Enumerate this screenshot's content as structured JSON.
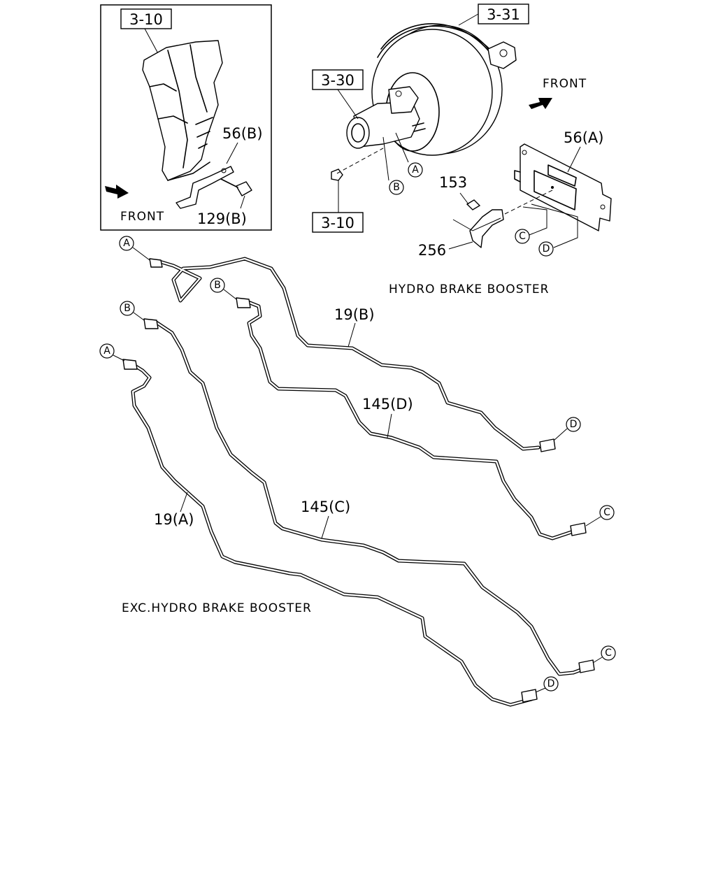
{
  "ref_boxes": {
    "ref_3_10_top": "3-10",
    "ref_3_31": "3-31",
    "ref_3_30": "3-30",
    "ref_3_10_bottom": "3-10"
  },
  "part_labels": {
    "p56b": "56(B)",
    "p129b": "129(B)",
    "p56a": "56(A)",
    "p153": "153",
    "p256": "256",
    "p19b": "19(B)",
    "p145d": "145(D)",
    "p145c": "145(C)",
    "p19a": "19(A)"
  },
  "captions": {
    "front_inset": "FRONT",
    "front_main": "FRONT",
    "hydro": "HYDRO BRAKE BOOSTER",
    "exc_hydro": "EXC.HYDRO BRAKE BOOSTER"
  },
  "connectors": {
    "a_booster": "A",
    "b_booster": "B",
    "c_bracket": "C",
    "d_bracket": "D",
    "a_19b": "A",
    "b_145d": "B",
    "d_19b": "D",
    "c_145d": "C",
    "b_145c": "B",
    "a_19a": "A",
    "c_145c": "C",
    "d_19a": "D"
  }
}
